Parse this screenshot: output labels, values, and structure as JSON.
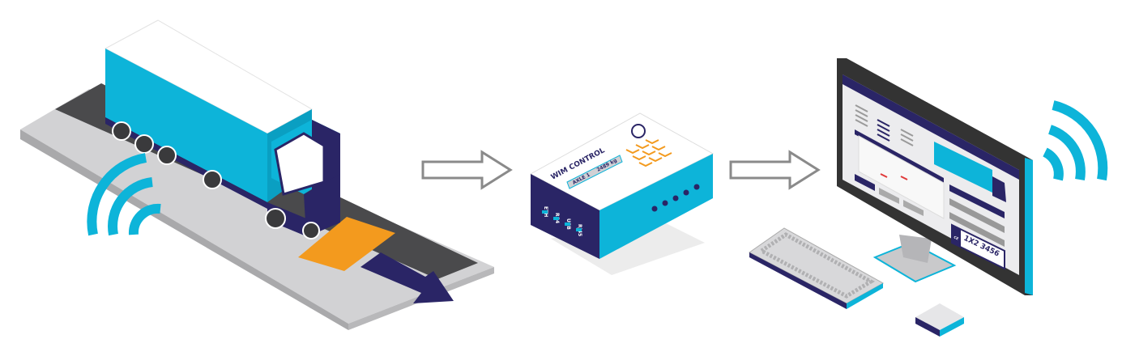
{
  "colors": {
    "cyan": "#0db4d9",
    "navy": "#2a2566",
    "orange": "#f39a1e",
    "road_gray": "#c9c9cb",
    "asphalt": "#4a4a4c",
    "arrow_gray": "#8a8a8a"
  },
  "device": {
    "title": "WIM CONTROL",
    "display_axle": "AXLE 1",
    "display_weight": "2489 kg",
    "ports": [
      "ETH",
      "RS4",
      "USB",
      "RJ45"
    ],
    "logo_icon": "brand-logo-icon"
  },
  "monitor": {
    "plate_country": "CZ",
    "plate_number": "1X2  3456"
  },
  "icons": [
    "wifi-signal-icon",
    "arrow-right-icon",
    "truck-icon",
    "keyboard-icon",
    "mouse-icon"
  ]
}
